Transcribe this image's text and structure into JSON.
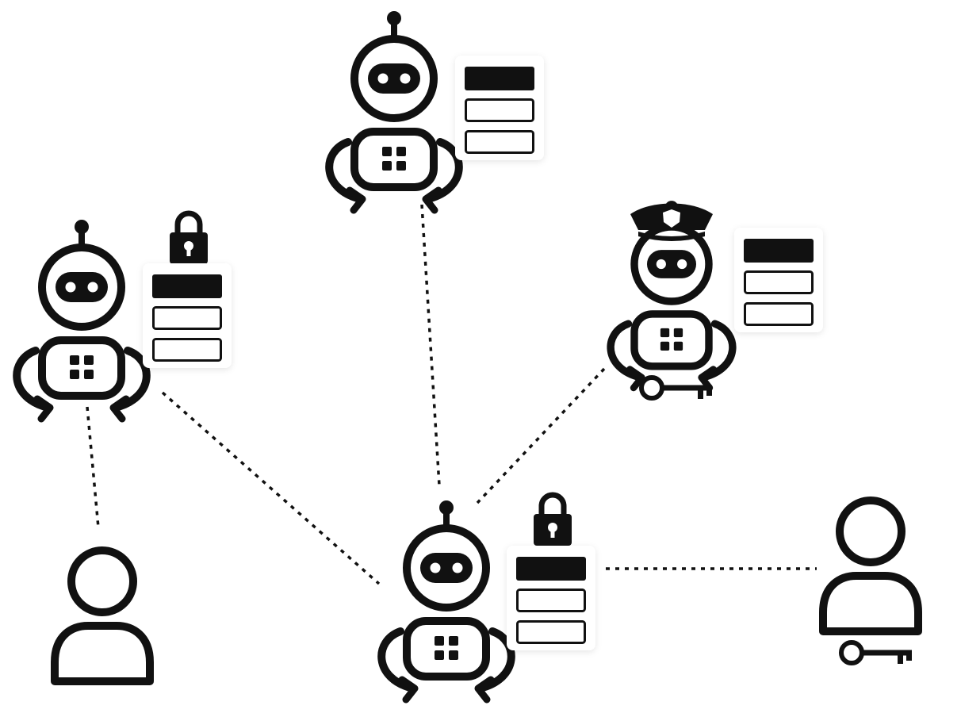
{
  "diagram": {
    "background": "#ffffff",
    "ink": "#111111",
    "nodes": [
      {
        "id": "robot-top",
        "kind": "robot-agent",
        "icons": [
          "robot-icon",
          "data-stack-icon"
        ]
      },
      {
        "id": "robot-left",
        "kind": "robot-agent",
        "icons": [
          "robot-icon",
          "lock-icon",
          "data-stack-icon"
        ]
      },
      {
        "id": "robot-police",
        "kind": "police-robot-agent",
        "icons": [
          "police-cap-icon",
          "robot-icon",
          "data-stack-icon",
          "key-icon"
        ]
      },
      {
        "id": "robot-center",
        "kind": "robot-agent",
        "icons": [
          "robot-icon",
          "lock-icon",
          "data-stack-icon"
        ]
      },
      {
        "id": "user-left",
        "kind": "human-user",
        "icons": [
          "user-icon"
        ]
      },
      {
        "id": "user-right",
        "kind": "human-user",
        "icons": [
          "user-icon",
          "key-icon"
        ]
      }
    ],
    "connections": [
      {
        "from": "robot-top",
        "to": "robot-center",
        "style": "dotted"
      },
      {
        "from": "robot-left",
        "to": "robot-center",
        "style": "dotted"
      },
      {
        "from": "robot-left",
        "to": "user-left",
        "style": "dotted"
      },
      {
        "from": "robot-police",
        "to": "robot-center",
        "style": "dotted"
      },
      {
        "from": "robot-center",
        "to": "user-right",
        "style": "dotted"
      }
    ]
  }
}
